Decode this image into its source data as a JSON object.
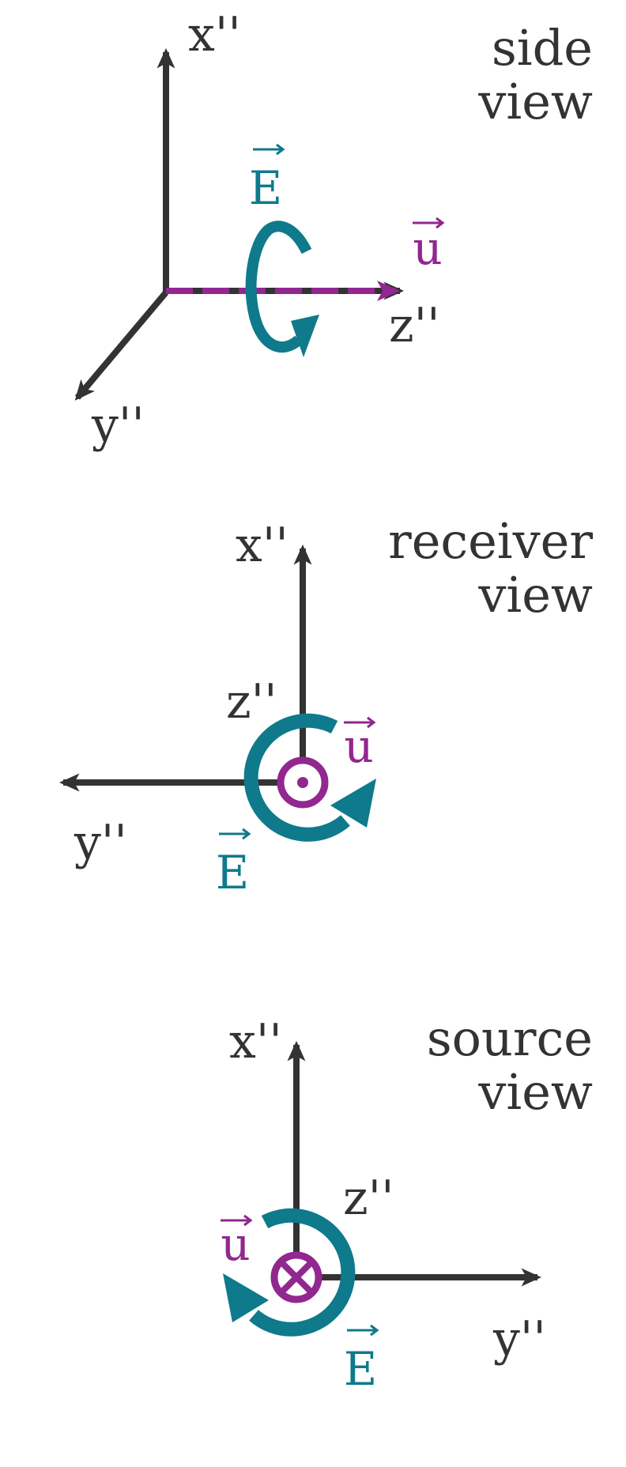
{
  "colors": {
    "axis": "#333333",
    "field": "#0e7a8b",
    "propagation": "#92278f"
  },
  "panels": {
    "side": {
      "title_line1": "side",
      "title_line2": "view",
      "x_axis": "x''",
      "y_axis": "y''",
      "z_axis": "z''",
      "field_symbol": "E",
      "propagation_symbol": "u"
    },
    "receiver": {
      "title_line1": "receiver",
      "title_line2": "view",
      "x_axis": "x''",
      "y_axis": "y''",
      "z_axis": "z''",
      "field_symbol": "E",
      "propagation_symbol": "u"
    },
    "source": {
      "title_line1": "source",
      "title_line2": "view",
      "x_axis": "x''",
      "y_axis": "y''",
      "z_axis": "z''",
      "field_symbol": "E",
      "propagation_symbol": "u"
    }
  }
}
